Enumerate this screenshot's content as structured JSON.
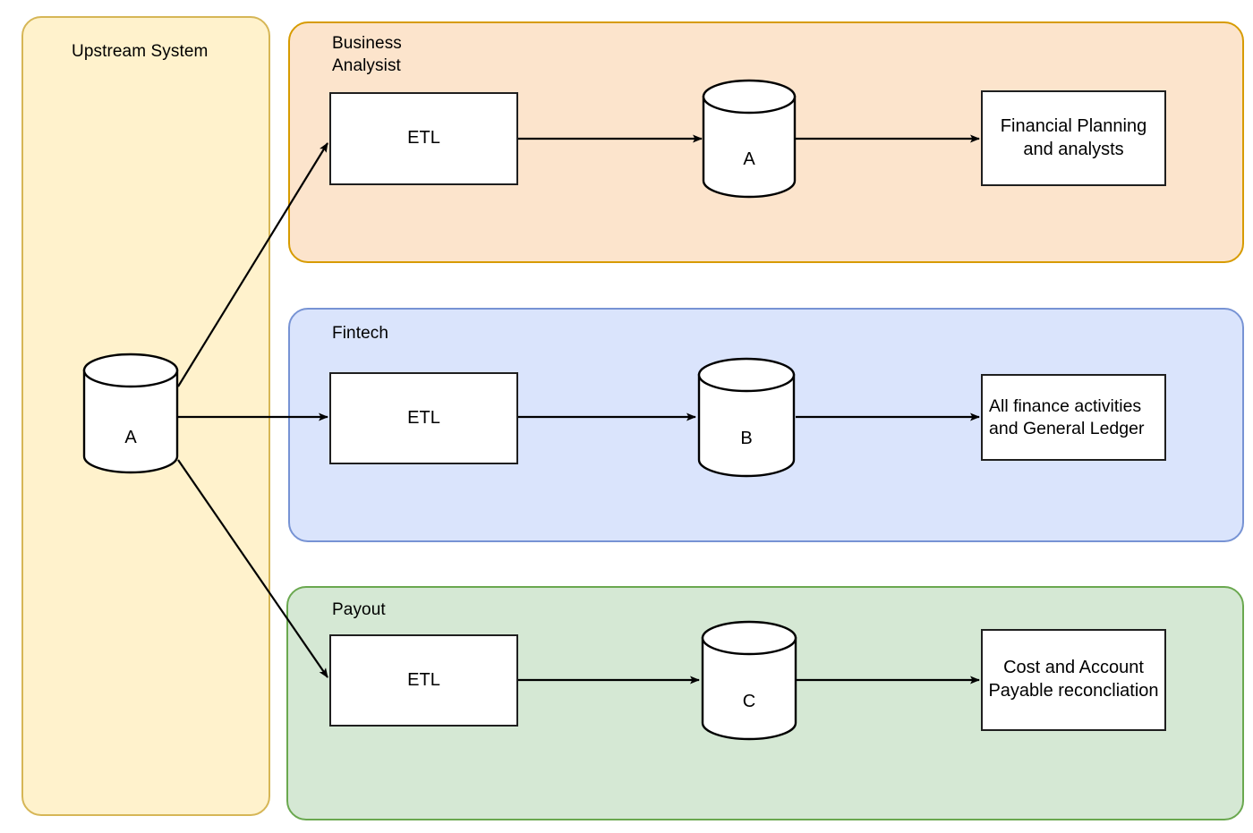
{
  "diagram": {
    "title": "Data pipeline swimlane diagram",
    "background": "#ffffff"
  },
  "colors": {
    "upstream_fill": "#fff2cc",
    "upstream_stroke": "#d6b656",
    "business_fill": "#fce4cc",
    "business_stroke": "#d79b00",
    "fintech_fill": "#dae4fc",
    "fintech_stroke": "#7793d4",
    "payout_fill": "#d5e8d4",
    "payout_stroke": "#6aa84f",
    "node_fill": "#ffffff",
    "node_stroke": "#1f1f1f",
    "edge_stroke": "#000000",
    "text": "#000000"
  },
  "lanes": {
    "upstream": {
      "label": "Upstream System"
    },
    "business": {
      "label": "Business\nAnalysist"
    },
    "fintech": {
      "label": "Fintech"
    },
    "payout": {
      "label": "Payout"
    }
  },
  "nodes": {
    "source_db": {
      "label": "A"
    },
    "business_etl": {
      "label": "ETL"
    },
    "business_db": {
      "label": "A"
    },
    "business_output": {
      "label": "Financial Planning and analysts"
    },
    "fintech_etl": {
      "label": "ETL"
    },
    "fintech_db": {
      "label": "B"
    },
    "fintech_output": {
      "label": "All finance activities and General Ledger"
    },
    "payout_etl": {
      "label": "ETL"
    },
    "payout_db": {
      "label": "C"
    },
    "payout_output": {
      "label": "Cost and Account Payable reconcliation"
    }
  },
  "edges": [
    {
      "name": "source-to-business-etl",
      "from": "source_db",
      "to": "business_etl"
    },
    {
      "name": "business-etl-to-db",
      "from": "business_etl",
      "to": "business_db"
    },
    {
      "name": "business-db-to-output",
      "from": "business_db",
      "to": "business_output"
    },
    {
      "name": "source-to-fintech-etl",
      "from": "source_db",
      "to": "fintech_etl"
    },
    {
      "name": "fintech-etl-to-db",
      "from": "fintech_etl",
      "to": "fintech_db"
    },
    {
      "name": "fintech-db-to-output",
      "from": "fintech_db",
      "to": "fintech_output"
    },
    {
      "name": "source-to-payout-etl",
      "from": "source_db",
      "to": "payout_etl"
    },
    {
      "name": "payout-etl-to-db",
      "from": "payout_etl",
      "to": "payout_db"
    },
    {
      "name": "payout-db-to-output",
      "from": "payout_db",
      "to": "payout_output"
    }
  ]
}
